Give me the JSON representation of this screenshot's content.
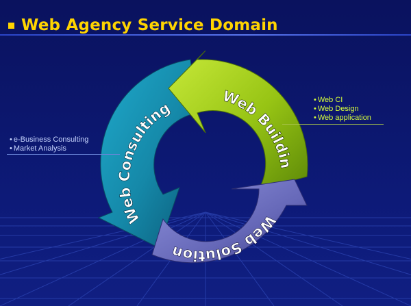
{
  "title": "Web Agency Service Domain",
  "segments": {
    "building": {
      "label": "Web Building",
      "color": "#97c414"
    },
    "solution": {
      "label": "Web Solution",
      "color": "#6668b8"
    },
    "consulting": {
      "label": "Web Consulting",
      "color": "#1588a8"
    }
  },
  "notes": {
    "left": [
      "e-Business Consulting",
      "Market Analysis"
    ],
    "right": [
      "Web CI",
      "Web Design",
      "Web application"
    ]
  }
}
